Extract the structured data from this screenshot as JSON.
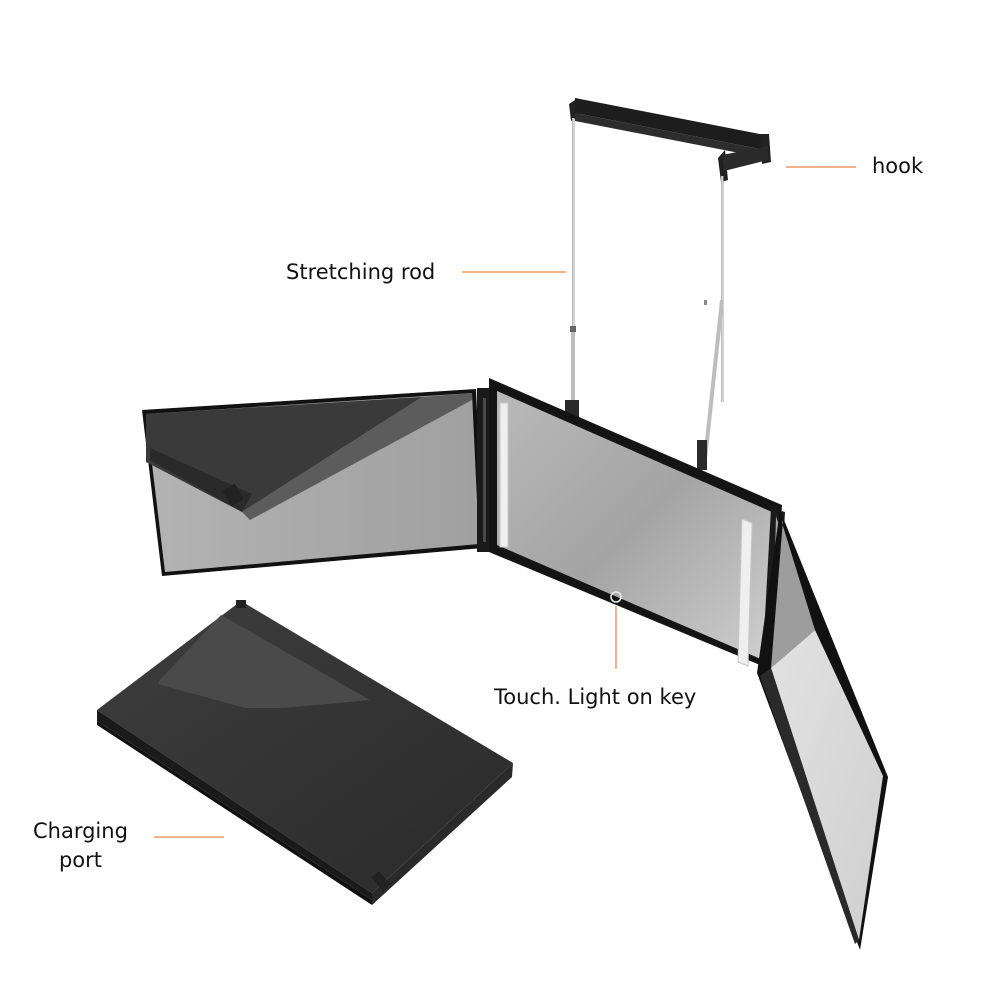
{
  "labels": {
    "hook": "hook",
    "stretching_rod": "Stretching rod",
    "touch_key": "Touch. Light on key",
    "charging_port_line1": "Charging",
    "charging_port_line2": "port"
  },
  "colors": {
    "leader": "#f0b48a",
    "frame": "#1e1e1e",
    "mirror_light": "#d2d2d2",
    "mirror_mid": "#a9a9a9",
    "mirror_dark": "#3a3a3a",
    "rod": "#b8b8b8",
    "led_strip": "#f4f4f4"
  }
}
